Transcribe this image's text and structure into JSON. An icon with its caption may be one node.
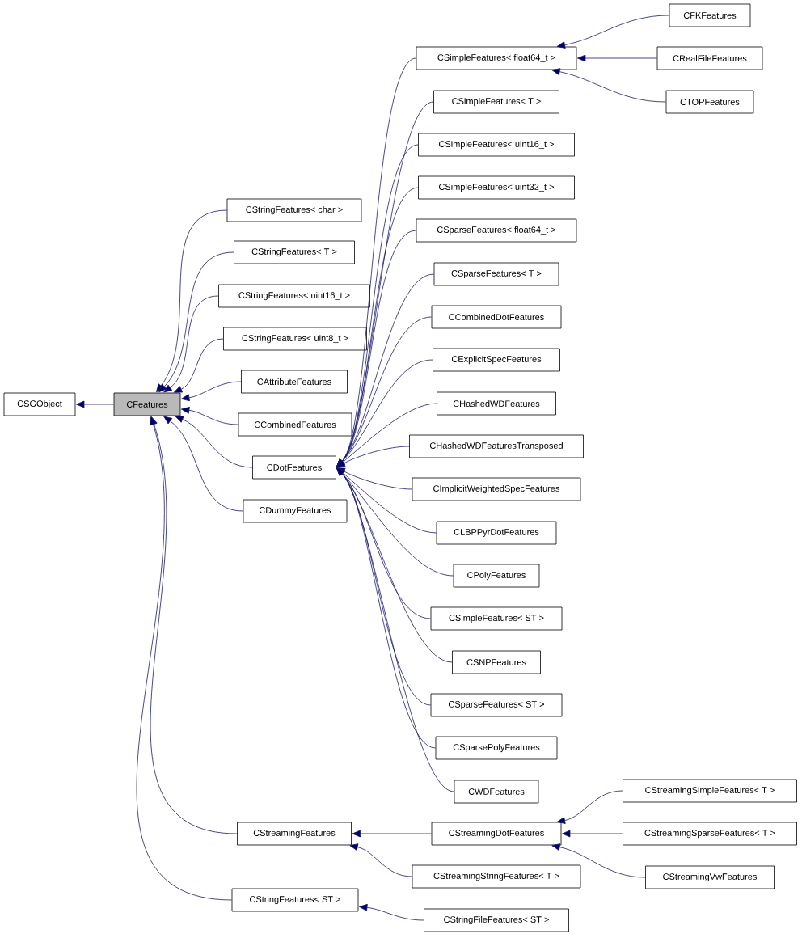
{
  "diagram": {
    "nodes": [
      {
        "text": [
          "CSGObject"
        ]
      },
      {
        "text": [
          "CFeatures"
        ]
      },
      {
        "text": [
          "CStringFeatures< char >"
        ]
      },
      {
        "text": [
          "CStringFeatures< T >"
        ]
      },
      {
        "text": [
          "CStringFeatures< uint16_t >"
        ]
      },
      {
        "text": [
          "CStringFeatures< uint8_t >"
        ]
      },
      {
        "text": [
          "CAttributeFeatures"
        ]
      },
      {
        "text": [
          "CCombinedFeatures"
        ]
      },
      {
        "text": [
          "CDotFeatures"
        ]
      },
      {
        "text": [
          "CDummyFeatures"
        ]
      },
      {
        "text": [
          "CStreamingFeatures"
        ]
      },
      {
        "text": [
          "CStringFeatures< ST >"
        ]
      },
      {
        "text": [
          "CSimpleFeatures< float64_t >"
        ]
      },
      {
        "text": [
          "CSimpleFeatures< T >"
        ]
      },
      {
        "text": [
          "CSimpleFeatures< uint16_t >"
        ]
      },
      {
        "text": [
          "CSimpleFeatures< uint32_t >"
        ]
      },
      {
        "text": [
          "CSparseFeatures< float64_t >"
        ]
      },
      {
        "text": [
          "CSparseFeatures< T >"
        ]
      },
      {
        "text": [
          "CCombinedDotFeatures"
        ]
      },
      {
        "text": [
          "CExplicitSpecFeatures"
        ]
      },
      {
        "text": [
          "CHashedWDFeatures"
        ]
      },
      {
        "text": [
          "CHashedWDFeaturesTransposed"
        ]
      },
      {
        "text": [
          "CImplicitWeightedSpecFeatures"
        ]
      },
      {
        "text": [
          "CLBPPyrDotFeatures"
        ]
      },
      {
        "text": [
          "CPolyFeatures"
        ]
      },
      {
        "text": [
          "CSimpleFeatures< ST >"
        ]
      },
      {
        "text": [
          "CSNPFeatures"
        ]
      },
      {
        "text": [
          "CSparseFeatures< ST >"
        ]
      },
      {
        "text": [
          "CSparsePolyFeatures"
        ]
      },
      {
        "text": [
          "CWDFeatures"
        ]
      },
      {
        "text": [
          "CStreamingDotFeatures"
        ]
      },
      {
        "text": [
          "CStreamingStringFeatures< T >"
        ]
      },
      {
        "text": [
          "CStringFileFeatures< ST >"
        ]
      },
      {
        "text": [
          "CFKFeatures"
        ]
      },
      {
        "text": [
          "CRealFileFeatures"
        ]
      },
      {
        "text": [
          "CTOPFeatures"
        ]
      },
      {
        "text": [
          "CStreamingSimpleFeatures< T >"
        ]
      },
      {
        "text": [
          "CStreamingSparseFeatures< T >"
        ]
      },
      {
        "text": [
          "CStreamingVwFeatures"
        ]
      }
    ],
    "edges": [
      {
        "from": 1,
        "to": 0,
        "arrow": "to"
      },
      {
        "from": 2,
        "to": 1,
        "arrow": "to"
      },
      {
        "from": 3,
        "to": 1,
        "arrow": "to"
      },
      {
        "from": 4,
        "to": 1,
        "arrow": "to"
      },
      {
        "from": 5,
        "to": 1,
        "arrow": "to"
      },
      {
        "from": 6,
        "to": 1,
        "arrow": "to"
      },
      {
        "from": 7,
        "to": 1,
        "arrow": "to"
      },
      {
        "from": 8,
        "to": 1,
        "arrow": "to"
      },
      {
        "from": 9,
        "to": 1,
        "arrow": "to"
      },
      {
        "from": 10,
        "to": 1,
        "arrow": "to"
      },
      {
        "from": 11,
        "to": 1,
        "arrow": "to"
      },
      {
        "from": 12,
        "to": 8,
        "arrow": "to"
      },
      {
        "from": 13,
        "to": 8,
        "arrow": "to"
      },
      {
        "from": 14,
        "to": 8,
        "arrow": "to"
      },
      {
        "from": 15,
        "to": 8,
        "arrow": "to"
      },
      {
        "from": 16,
        "to": 8,
        "arrow": "to"
      },
      {
        "from": 17,
        "to": 8,
        "arrow": "to"
      },
      {
        "from": 18,
        "to": 8,
        "arrow": "to"
      },
      {
        "from": 19,
        "to": 8,
        "arrow": "to"
      },
      {
        "from": 20,
        "to": 8,
        "arrow": "to"
      },
      {
        "from": 21,
        "to": 8,
        "arrow": "to"
      },
      {
        "from": 22,
        "to": 8,
        "arrow": "to"
      },
      {
        "from": 23,
        "to": 8,
        "arrow": "to"
      },
      {
        "from": 24,
        "to": 8,
        "arrow": "to"
      },
      {
        "from": 25,
        "to": 8,
        "arrow": "to"
      },
      {
        "from": 26,
        "to": 8,
        "arrow": "to"
      },
      {
        "from": 27,
        "to": 8,
        "arrow": "to"
      },
      {
        "from": 28,
        "to": 8,
        "arrow": "to"
      },
      {
        "from": 29,
        "to": 8,
        "arrow": "to"
      },
      {
        "from": 30,
        "to": 10,
        "arrow": "to"
      },
      {
        "from": 31,
        "to": 10,
        "arrow": "to"
      },
      {
        "from": 32,
        "to": 11,
        "arrow": "to"
      },
      {
        "from": 33,
        "to": 12,
        "arrow": "to"
      },
      {
        "from": 34,
        "to": 12,
        "arrow": "to"
      },
      {
        "from": 35,
        "to": 12,
        "arrow": "to"
      },
      {
        "from": 36,
        "to": 30,
        "arrow": "to"
      },
      {
        "from": 37,
        "to": 30,
        "arrow": "to"
      },
      {
        "from": 38,
        "to": 30,
        "arrow": "to"
      }
    ]
  }
}
